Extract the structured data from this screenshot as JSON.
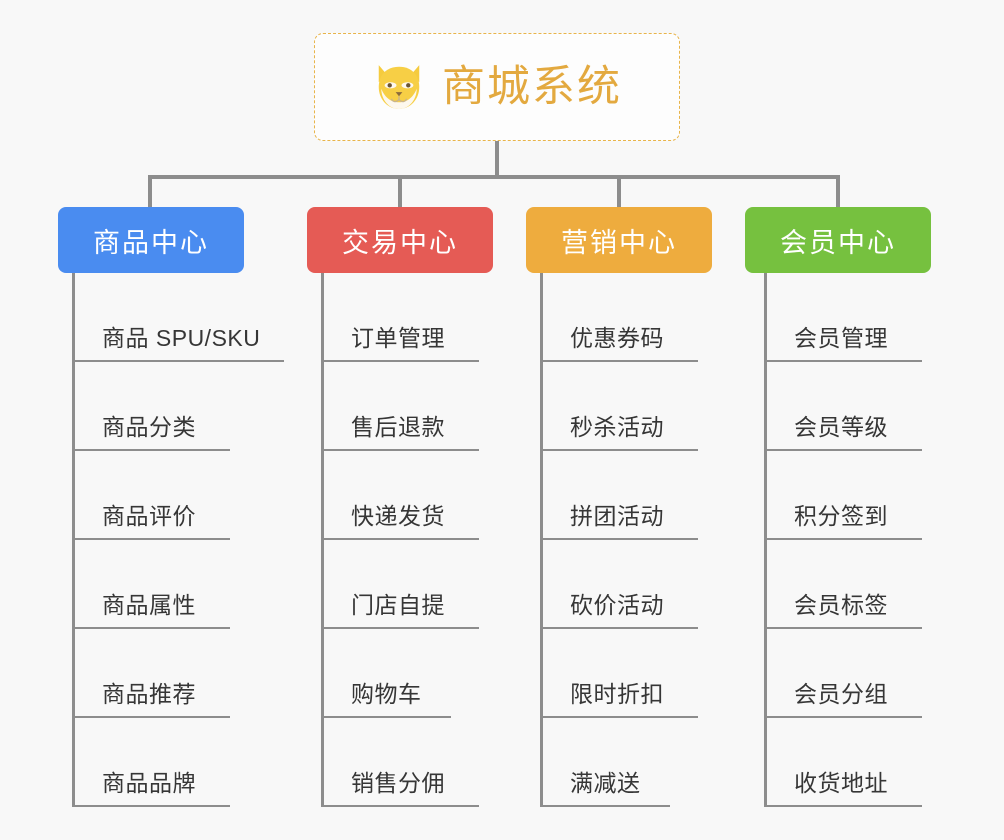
{
  "diagram": {
    "title": "商城系统",
    "root_icon": "shiba-dog-face-icon",
    "background_color": "#f8f8f8",
    "root_border_color": "#e8b44a",
    "root_text_color": "#e3a93f",
    "connector_color": "#8d8d8d",
    "leaf_text_color": "#363636",
    "categories": [
      {
        "label": "商品中心",
        "color": "#4a8cf0",
        "items": [
          "商品 SPU/SKU",
          "商品分类",
          "商品评价",
          "商品属性",
          "商品推荐",
          "商品品牌"
        ]
      },
      {
        "label": "交易中心",
        "color": "#e55b55",
        "items": [
          "订单管理",
          "售后退款",
          "快递发货",
          "门店自提",
          "购物车",
          "销售分佣"
        ]
      },
      {
        "label": "营销中心",
        "color": "#eeac3e",
        "items": [
          "优惠券码",
          "秒杀活动",
          "拼团活动",
          "砍价活动",
          "限时折扣",
          "满减送"
        ]
      },
      {
        "label": "会员中心",
        "color": "#76c13f",
        "items": [
          "会员管理",
          "会员等级",
          "积分签到",
          "会员标签",
          "会员分组",
          "收货地址"
        ]
      }
    ]
  }
}
